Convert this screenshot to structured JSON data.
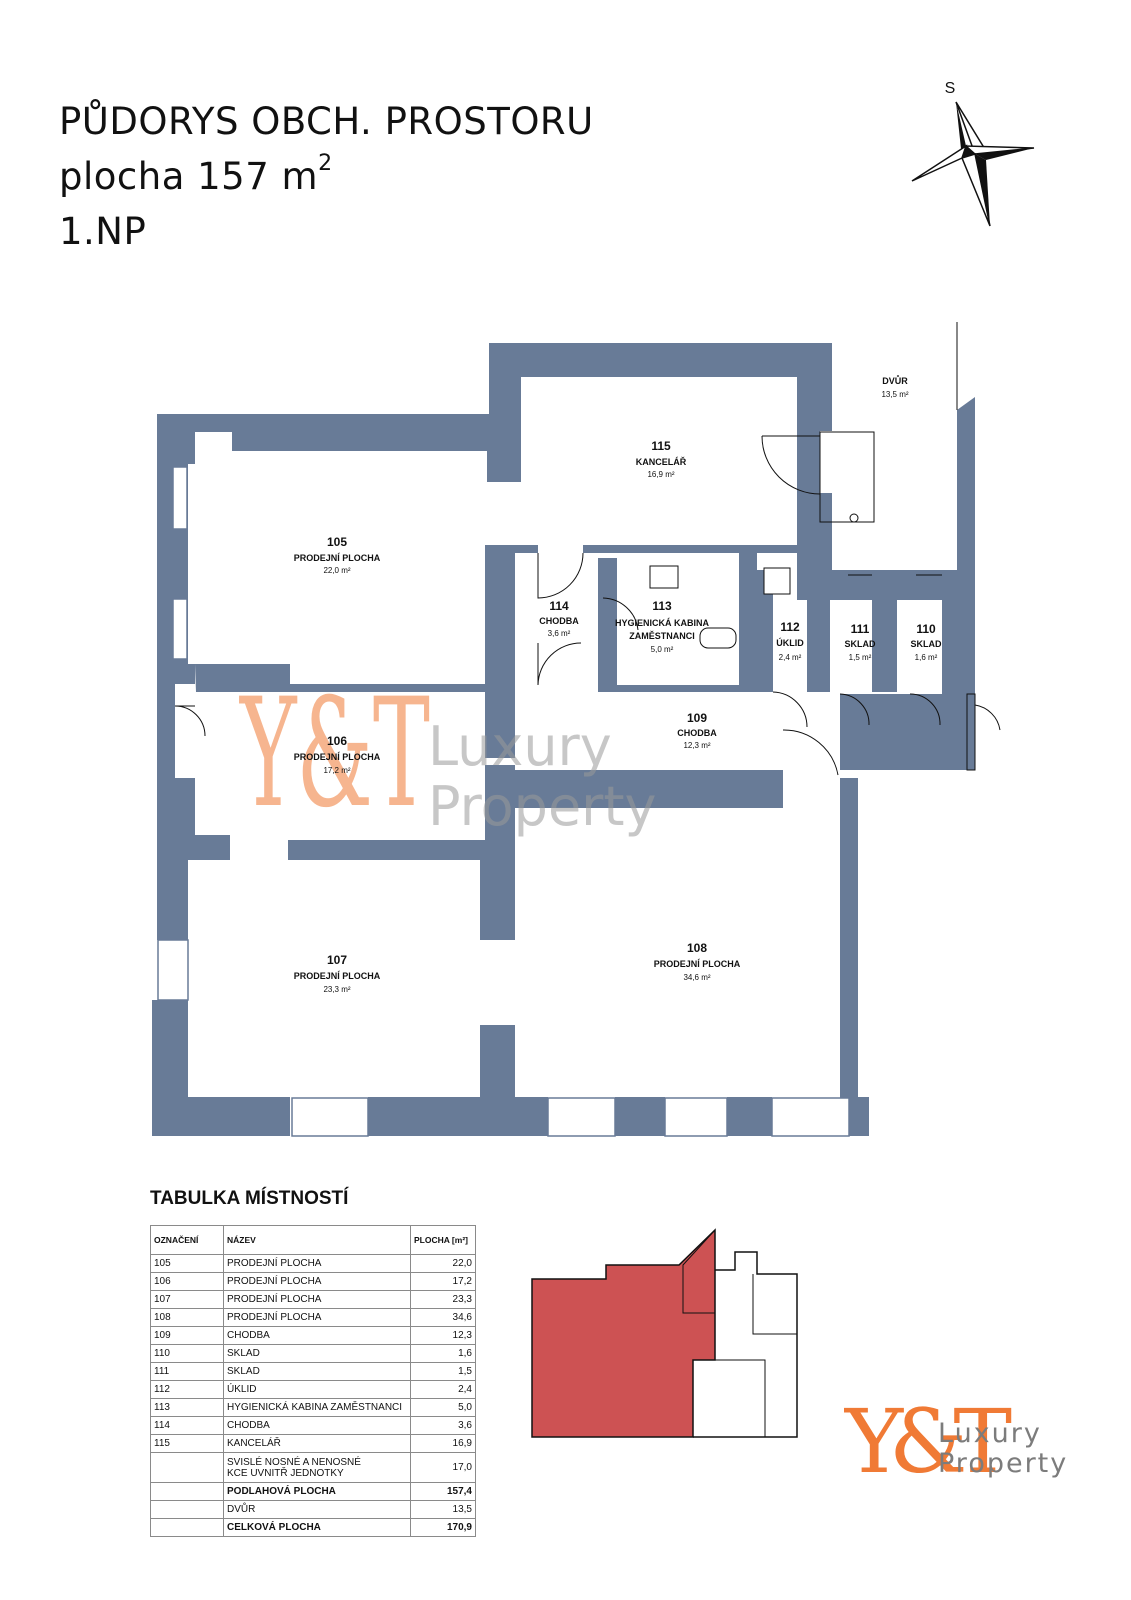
{
  "header": {
    "line1": "PŮDORYS OBCH. PROSTORU",
    "line2_prefix": "plocha 157 m",
    "line2_sup": "2",
    "line3": "1.NP"
  },
  "compass": {
    "label": "S"
  },
  "rooms": {
    "r115": {
      "num": "115",
      "name": "KANCELÁŘ",
      "area": "16,9 m²"
    },
    "r105": {
      "num": "105",
      "name": "PRODEJNÍ PLOCHA",
      "area": "22,0 m²"
    },
    "r114": {
      "num": "114",
      "name": "CHODBA",
      "area": "3,6 m²"
    },
    "r113": {
      "num": "113",
      "name1": "HYGIENICKÁ KABINA",
      "name2": "ZAMĚSTNANCI",
      "area": "5,0 m²"
    },
    "r112": {
      "num": "112",
      "name": "ÚKLID",
      "area": "2,4 m²"
    },
    "r111": {
      "num": "111",
      "name": "SKLAD",
      "area": "1,5 m²"
    },
    "r110": {
      "num": "110",
      "name": "SKLAD",
      "area": "1,6 m²"
    },
    "r106": {
      "num": "106",
      "name": "PRODEJNÍ PLOCHA",
      "area": "17,2 m²"
    },
    "r109": {
      "num": "109",
      "name": "CHODBA",
      "area": "12,3 m²"
    },
    "r107": {
      "num": "107",
      "name": "PRODEJNÍ PLOCHA",
      "area": "23,3 m²"
    },
    "r108": {
      "num": "108",
      "name": "PRODEJNÍ PLOCHA",
      "area": "34,6 m²"
    },
    "dvur": {
      "name": "DVŮR",
      "area": "13,5 m²"
    }
  },
  "table": {
    "title": "TABULKA MÍSTNOSTÍ",
    "headers": {
      "code": "OZNAČENÍ",
      "name": "NÁZEV",
      "area": "PLOCHA [m²]"
    },
    "rows": [
      {
        "code": "105",
        "name": "PRODEJNÍ PLOCHA",
        "area": "22,0"
      },
      {
        "code": "106",
        "name": "PRODEJNÍ PLOCHA",
        "area": "17,2"
      },
      {
        "code": "107",
        "name": "PRODEJNÍ PLOCHA",
        "area": "23,3"
      },
      {
        "code": "108",
        "name": "PRODEJNÍ PLOCHA",
        "area": "34,6"
      },
      {
        "code": "109",
        "name": "CHODBA",
        "area": "12,3"
      },
      {
        "code": "110",
        "name": "SKLAD",
        "area": "1,6"
      },
      {
        "code": "111",
        "name": "SKLAD",
        "area": "1,5"
      },
      {
        "code": "112",
        "name": "ÚKLID",
        "area": "2,4"
      },
      {
        "code": "113",
        "name": "HYGIENICKÁ KABINA ZAMĚSTNANCI",
        "area": "5,0"
      },
      {
        "code": "114",
        "name": "CHODBA",
        "area": "3,6"
      },
      {
        "code": "115",
        "name": "KANCELÁŘ",
        "area": "16,9"
      }
    ],
    "walls_line1": "SVISLÉ NOSNÉ A NENOSNÉ",
    "walls_line2": "KCE UVNITŘ JEDNOTKY",
    "walls_area": "17,0",
    "floor_label": "PODLAHOVÁ PLOCHA",
    "floor_area": "157,4",
    "yard_label": "DVŮR",
    "yard_area": "13,5",
    "total_label": "CELKOVÁ PLOCHA",
    "total_area": "170,9"
  },
  "logo": {
    "mark": "Y&T",
    "word1": "Luxury",
    "word2": "Property"
  },
  "colors": {
    "wall": "#687b97",
    "highlight": "#cd5253",
    "brand_orange": "#f07a35",
    "brand_gray": "#7c7c7c"
  }
}
